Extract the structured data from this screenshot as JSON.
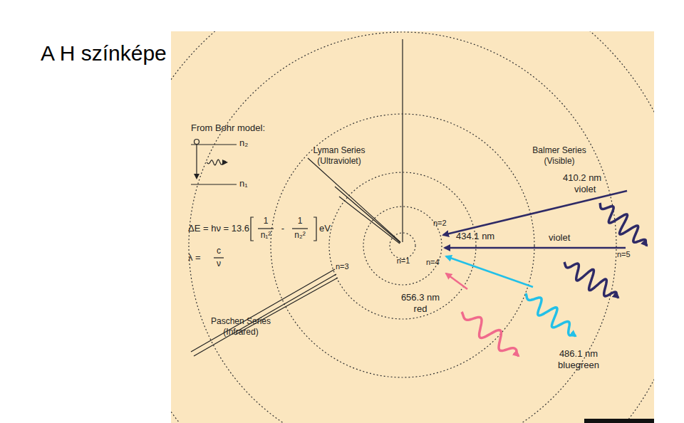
{
  "diagram": {
    "title": "A H színképe",
    "labels": [
      "From Bohr model:",
      "n₂",
      "n₁",
      "ΔE = hν = 13.6",
      "1",
      "n₁²",
      "-",
      "1",
      "n₂²",
      "eV",
      "λ =",
      "c",
      "ν",
      "Lyman Series",
      "(Ultraviolet)",
      "Balmer Series",
      "(Visible)",
      "410.2 nm",
      "violet",
      "434.1 nm",
      "violet",
      "n=2",
      "n=1",
      "n=4",
      "n=5",
      "n=3",
      "656.3 nm",
      "red",
      "486.1 nm",
      "bluegreen",
      "Paschen Series",
      "(Infrared)"
    ]
  }
}
